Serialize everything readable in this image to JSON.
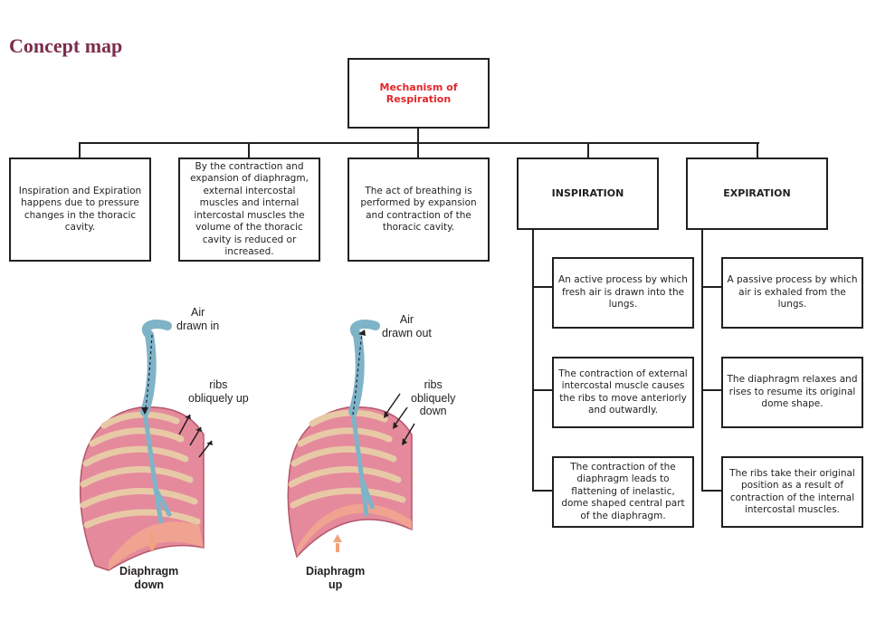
{
  "title": "Concept map",
  "root": "Mechanism of Respiration",
  "top_boxes": [
    "Inspiration and Expiration happens due to pressure changes in the thoracic cavity.",
    "By the contraction and expansion of diaphragm, external intercostal muscles and internal intercostal muscles the volume of the thoracic cavity is reduced or increased.",
    "The act of breathing is performed by expansion and contraction of the thoracic cavity.",
    "INSPIRATION",
    "EXPIRATION"
  ],
  "inspiration_items": [
    "An active process by which fresh air is drawn into the lungs.",
    "The contraction of external intercostal muscle causes the ribs to move anteriorly and outwardly.",
    "The contraction of the diaphragm leads to flattening of inelastic, dome shaped central part of the diaphragm."
  ],
  "expiration_items": [
    "A passive process by which air is exhaled from the lungs.",
    "The diaphragm relaxes and rises to resume its original dome shape.",
    "The ribs take their original position as a result of contraction of the internal intercostal muscles."
  ],
  "figure_labels": {
    "left": {
      "air": "Air\ndrawn in",
      "ribs": "ribs\nobliquely up",
      "diaphragm": "Diaphragm\ndown"
    },
    "right": {
      "air": "Air\ndrawn out",
      "ribs": "ribs\nobliquely\ndown",
      "diaphragm": "Diaphragm\nup"
    }
  },
  "colors": {
    "heading": "#7b2d4c",
    "root_text": "#e3262a",
    "rib": "#e8c9a6",
    "lung": "#e58a9c",
    "airway": "#7fb3c8"
  }
}
